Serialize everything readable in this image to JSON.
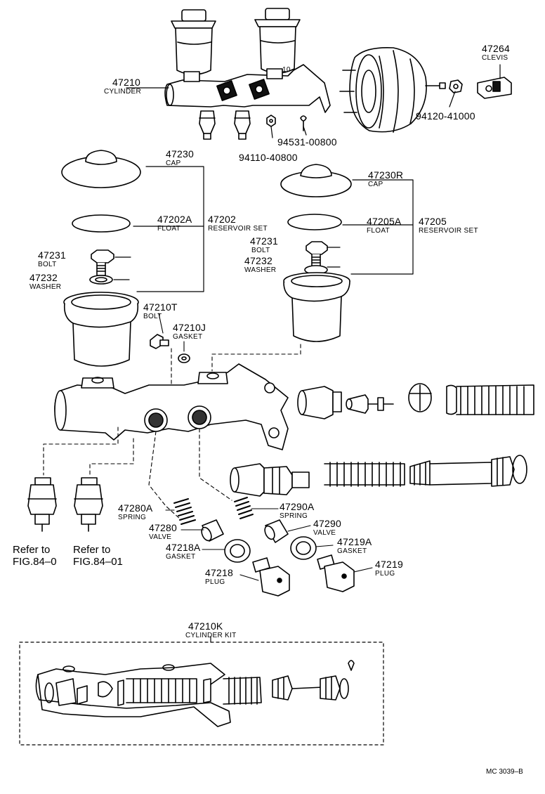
{
  "parts": {
    "p47210": {
      "number": "47210",
      "name": "CYLINDER"
    },
    "p47264": {
      "number": "47264",
      "name": "CLEVIS"
    },
    "p94120": {
      "number": "94120-41000"
    },
    "p94531": {
      "number": "94531-00800"
    },
    "p94110": {
      "number": "94110-40800"
    },
    "p47230": {
      "number": "47230",
      "name": "CAP"
    },
    "p47230R": {
      "number": "47230R",
      "name": "CAP"
    },
    "p47202A": {
      "number": "47202A",
      "name": "FLOAT"
    },
    "p47202": {
      "number": "47202",
      "name": "RESERVOIR SET"
    },
    "p47205A": {
      "number": "47205A",
      "name": "FLOAT"
    },
    "p47205": {
      "number": "47205",
      "name": "RESERVOIR SET"
    },
    "p47231L": {
      "number": "47231",
      "name": "BOLT"
    },
    "p47232L": {
      "number": "47232",
      "name": "WASHER"
    },
    "p47231R": {
      "number": "47231",
      "name": "BOLT"
    },
    "p47232R": {
      "number": "47232",
      "name": "WASHER"
    },
    "p47210T": {
      "number": "47210T",
      "name": "BOLT"
    },
    "p47210J": {
      "number": "47210J",
      "name": "GASKET"
    },
    "p47280A": {
      "number": "47280A",
      "name": "SPRING"
    },
    "p47280": {
      "number": "47280",
      "name": "VALVE"
    },
    "p47218A": {
      "number": "47218A",
      "name": "GASKET"
    },
    "p47218": {
      "number": "47218",
      "name": "PLUG"
    },
    "p47290A": {
      "number": "47290A",
      "name": "SPRING"
    },
    "p47290": {
      "number": "47290",
      "name": "VALVE"
    },
    "p47219A": {
      "number": "47219A",
      "name": "GASKET"
    },
    "p47219": {
      "number": "47219",
      "name": "PLUG"
    },
    "p47210K": {
      "number": "47210K",
      "name": "CYLINDER KIT"
    }
  },
  "refs": {
    "left": {
      "line1": "Refer to",
      "line2": "FIG.84–0"
    },
    "right": {
      "line1": "Refer to",
      "line2": "FIG.84–01"
    }
  },
  "small_labels": {
    "a": "10"
  },
  "diagram_code": "MC 3039–B"
}
